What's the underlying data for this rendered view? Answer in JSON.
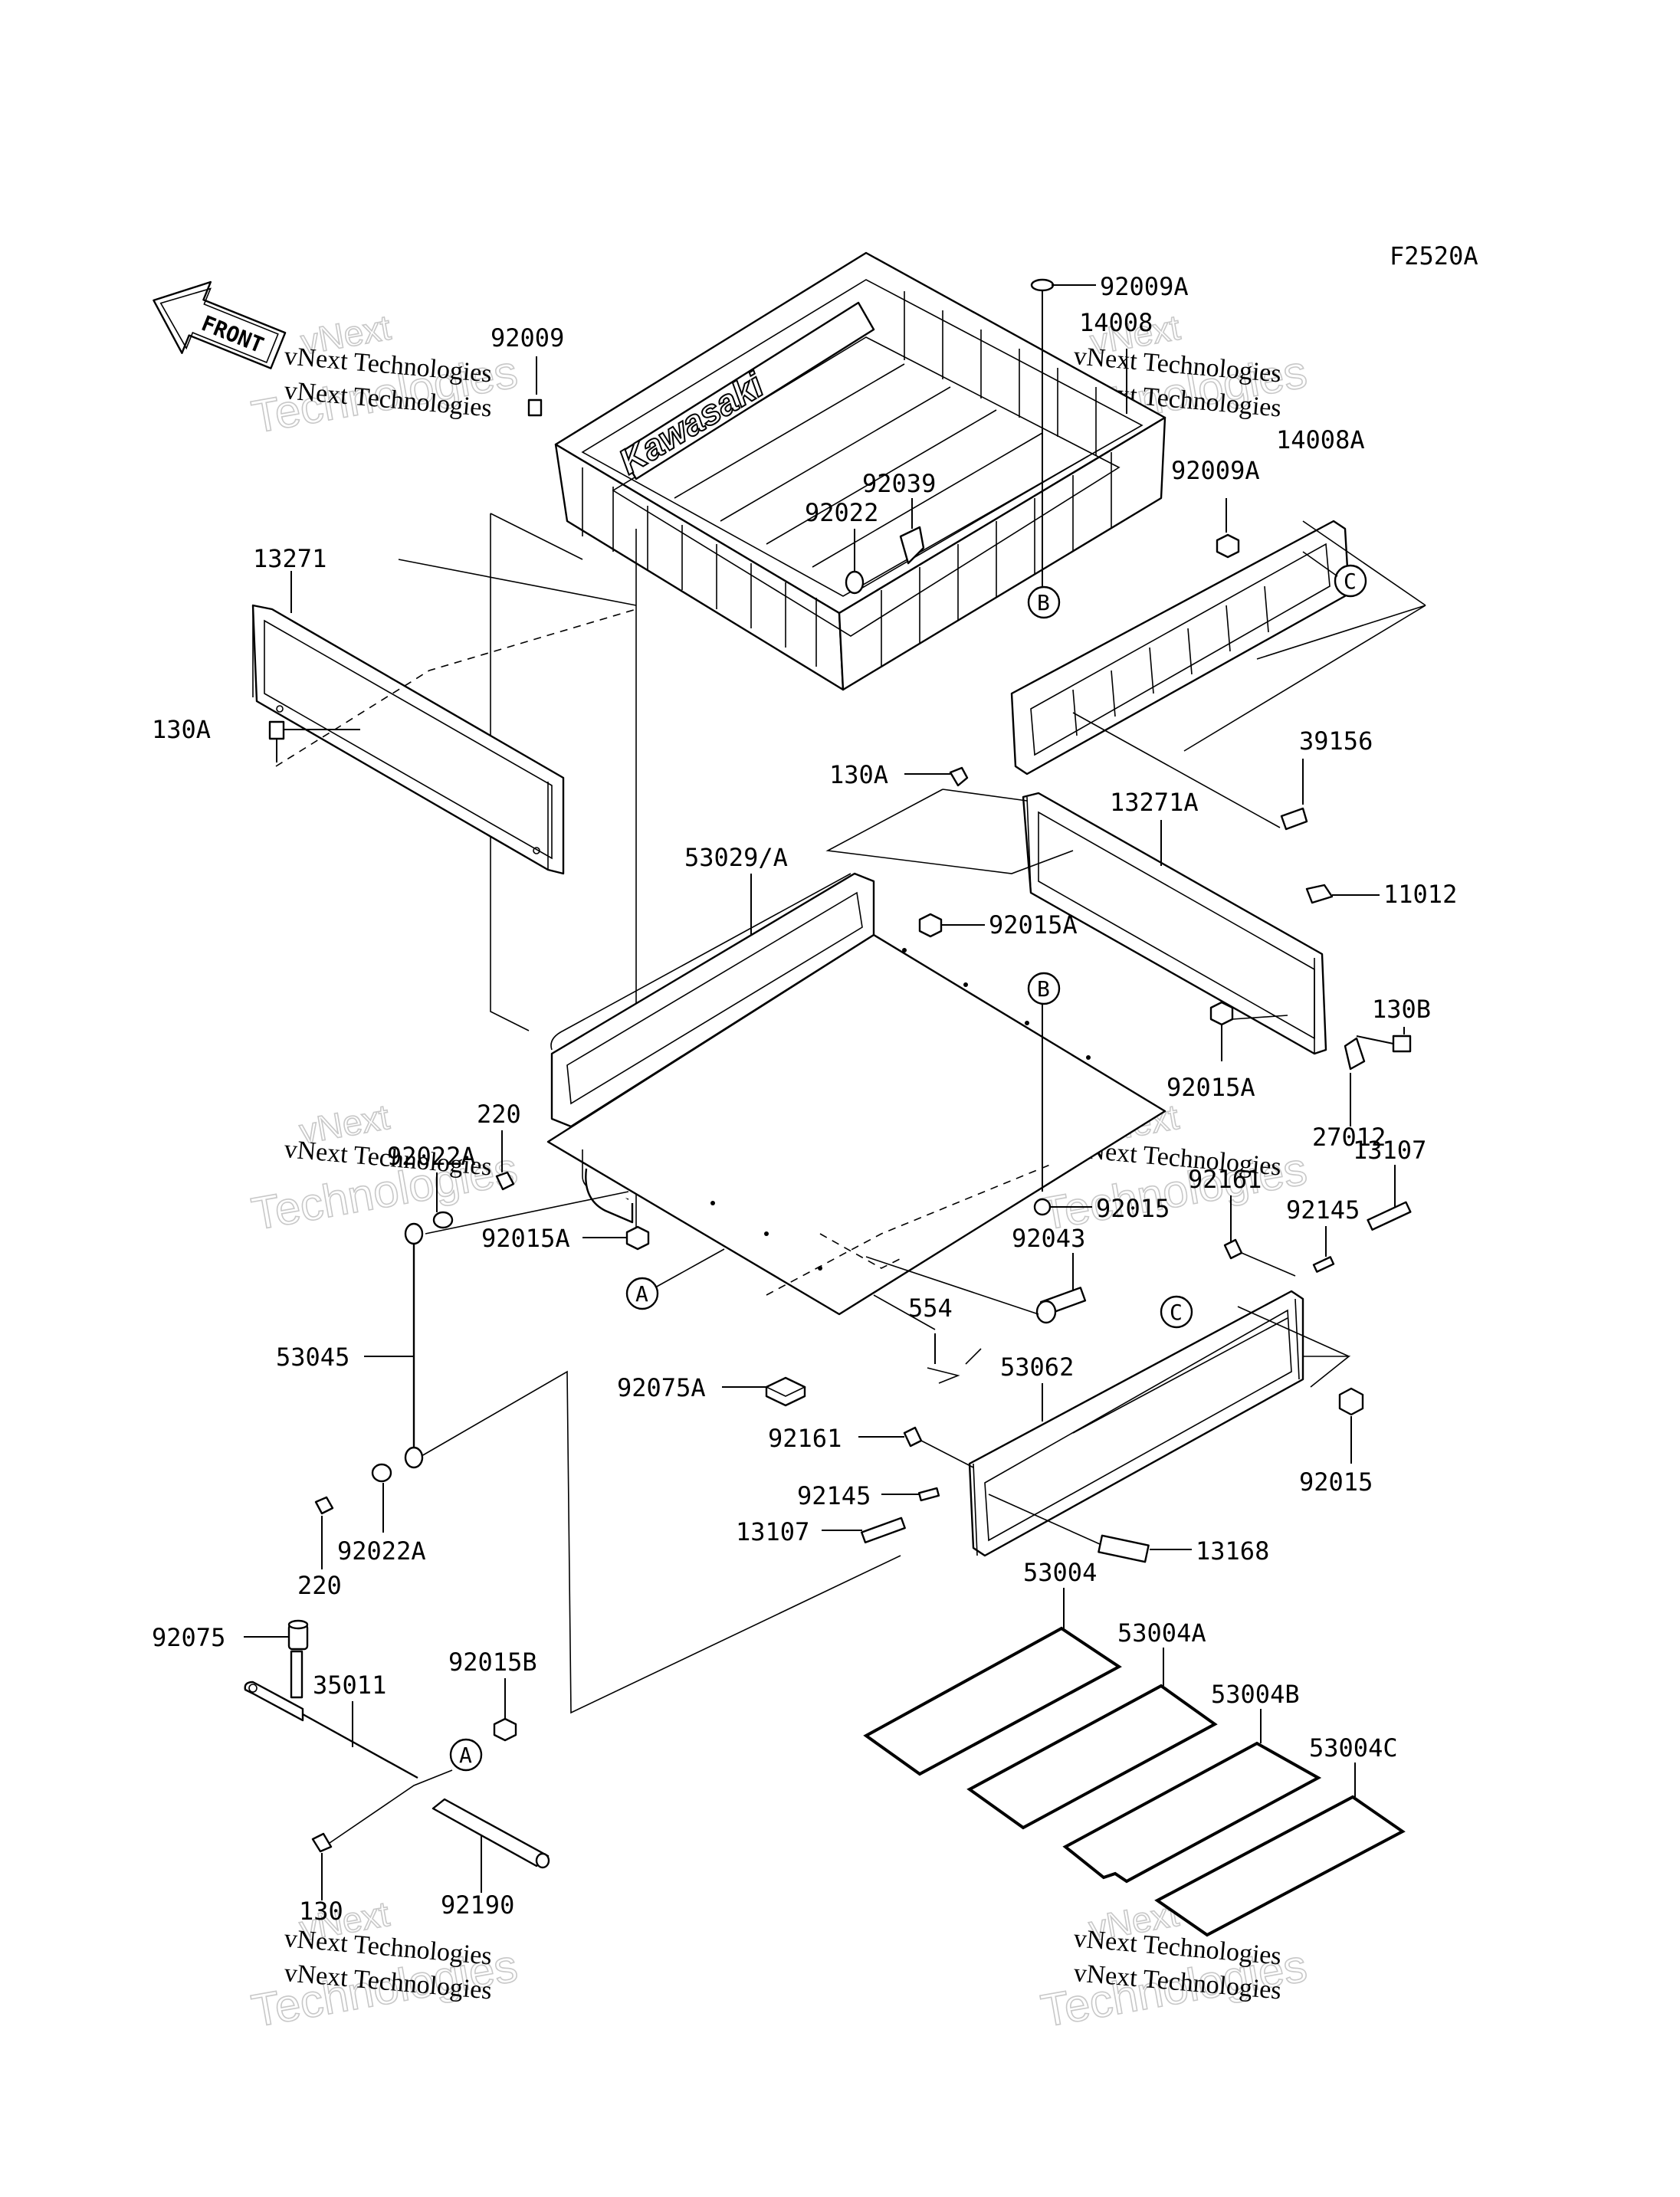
{
  "figure_code": "F2520A",
  "front_label": "FRONT",
  "brand_label": "Kawasaki",
  "watermark": {
    "line1": "vNext Technologies",
    "line2": "vNext",
    "line3": "Technologies"
  },
  "part_labels": {
    "p92009": "92009",
    "p92009A_top": "92009A",
    "p14008": "14008",
    "p14008A": "14008A",
    "p92009A_right": "92009A",
    "p92039": "92039",
    "p92022": "92022",
    "p13271": "13271",
    "p130A_left": "130A",
    "p39156": "39156",
    "p130A_mid": "130A",
    "p13271A": "13271A",
    "p53029A": "53029/A",
    "p92015A_top": "92015A",
    "p11012": "11012",
    "p130B": "130B",
    "p92015A_right": "92015A",
    "p27012": "27012",
    "p220_top": "220",
    "p92022A_top": "92022A",
    "p13107_right": "13107",
    "p92161_right": "92161",
    "p92145_right": "92145",
    "p92015_mid": "92015",
    "p92015A_left": "92015A",
    "p92043": "92043",
    "p554": "554",
    "p53045": "53045",
    "p53062": "53062",
    "p92075A": "92075A",
    "p92161_left": "92161",
    "p92145_left": "92145",
    "p92015_right": "92015",
    "p13107_left": "13107",
    "p13168": "13168",
    "p92022A_bottom": "92022A",
    "p220_bottom": "220",
    "p53004": "53004",
    "p53004A": "53004A",
    "p53004B": "53004B",
    "p53004C": "53004C",
    "p92075": "92075",
    "p35011": "35011",
    "p92015B": "92015B",
    "p130": "130",
    "p92190": "92190"
  },
  "callouts": {
    "A": "A",
    "B": "B",
    "C": "C"
  }
}
